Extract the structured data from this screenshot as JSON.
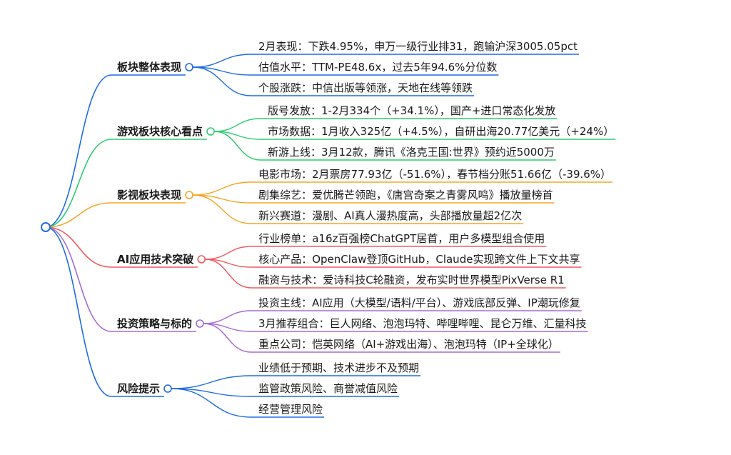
{
  "mindmap": {
    "root": {
      "label": "",
      "color": "#1e6be6"
    },
    "branches": [
      {
        "label": "板块整体表现",
        "color": "#1e6be6",
        "children": [
          "2月表现：下跌4.95%，申万一级行业排31，跑输沪深3005.05pct",
          "估值水平：TTM-PE48.6x，过去5年94.6%分位数",
          "个股涨跌：中信出版等领涨，天地在线等领跌"
        ]
      },
      {
        "label": "游戏板块核心看点",
        "color": "#2ecc71",
        "children": [
          "版号发放：1-2月334个（+34.1%），国产+进口常态化发放",
          "市场数据：1月收入325亿（+4.5%），自研出海20.77亿美元（+24%）",
          "新游上线：3月12款，腾讯《洛克王国:世界》预约近5000万"
        ]
      },
      {
        "label": "影视板块表现",
        "color": "#f5a623",
        "children": [
          "电影市场：2月票房77.93亿（-51.6%），春节档分账51.66亿（-39.6%）",
          "剧集综艺：爱优腾芒领跑，《唐宫奇案之青雾风鸣》播放量榜首",
          "新兴赛道：漫剧、AI真人漫热度高，头部播放量超2亿次"
        ]
      },
      {
        "label": "AI应用技术突破",
        "color": "#f0595d",
        "children": [
          "行业榜单：a16z百强榜ChatGPT居首，用户多模型组合使用",
          "核心产品：OpenClaw登顶GitHub，Claude实现跨文件上下文共享",
          "融资与技术：爱诗科技C轮融资，发布实时世界模型PixVerse R1"
        ]
      },
      {
        "label": "投资策略与标的",
        "color": "#a66ad8",
        "children": [
          "投资主线：AI应用（大模型/语料/平台）、游戏底部反弹、IP潮玩修复",
          "3月推荐组合：巨人网络、泡泡玛特、哔哩哔哩、昆仑万维、汇量科技",
          "重点公司：恺英网络（AI+游戏出海）、泡泡玛特（IP+全球化）"
        ]
      },
      {
        "label": "风险提示",
        "color": "#1e6be6",
        "children": [
          "业绩低于预期、技术进步不及预期",
          "监管政策风险、商誉减值风险",
          "经营管理风险"
        ]
      }
    ]
  }
}
